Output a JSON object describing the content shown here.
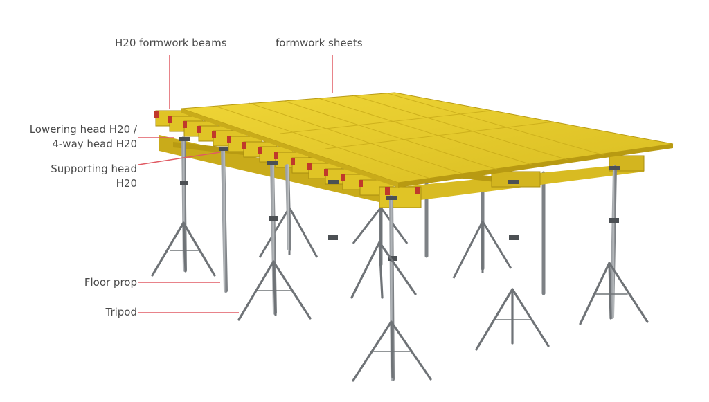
{
  "labels": {
    "beams": "H20 formwork beams",
    "sheets": "formwork sheets",
    "lowering_head_line1": "Lowering head H20 /",
    "lowering_head_line2": "4-way head H20",
    "supporting_head_line1": "Supporting head",
    "supporting_head_line2": "H20",
    "floor_prop": "Floor prop",
    "tripod": "Tripod"
  },
  "colors": {
    "leader_line": "#e05a63",
    "panel_top": "#e8cf2a",
    "panel_edge": "#b89a12",
    "beam": "#d6b81d",
    "beam_end": "#c0392b",
    "prop": "#8e9296",
    "prop_dark": "#5f6367",
    "tripod": "#6f7377"
  }
}
